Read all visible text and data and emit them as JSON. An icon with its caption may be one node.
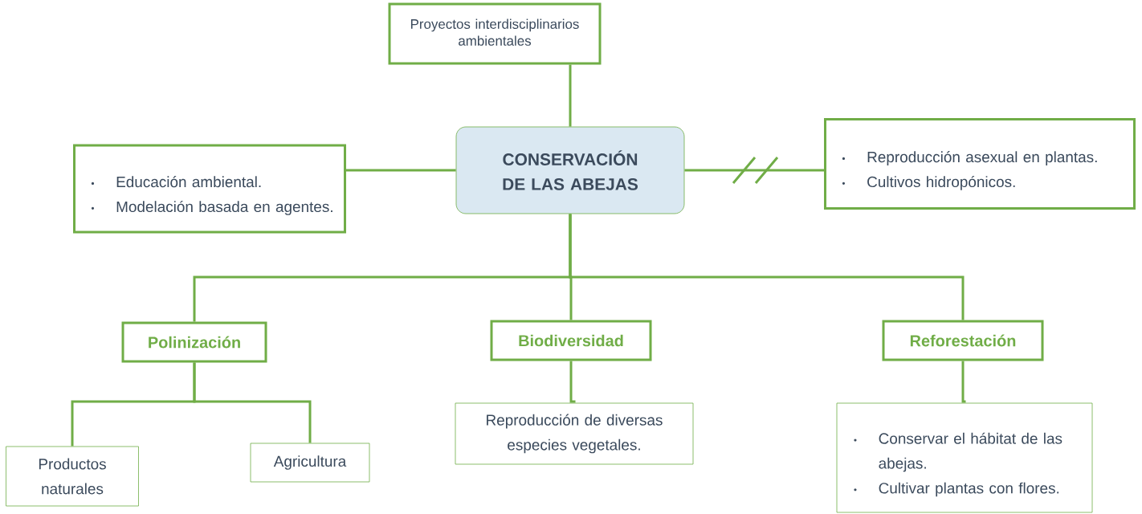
{
  "diagram": {
    "nodes": [
      {
        "text": [
          "Proyectos interdisciplinarios ambientales"
        ]
      },
      {
        "text": [
          "CONSERVACIÓN DE LAS ABEJAS"
        ]
      },
      {
        "text": [
          "Educación ambiental.",
          "Modelación basada en agentes."
        ]
      },
      {
        "text": [
          "Reproducción asexual en plantas.",
          "Cultivos hidropónicos."
        ]
      },
      {
        "text": [
          "Polinización"
        ]
      },
      {
        "text": [
          "Biodiversidad"
        ]
      },
      {
        "text": [
          "Reforestación"
        ]
      },
      {
        "text": [
          "Productos naturales"
        ]
      },
      {
        "text": [
          "Agricultura"
        ]
      },
      {
        "text": [
          "Reproducción de diversas especies vegetales."
        ]
      },
      {
        "text": [
          "Conservar el hábitat de las abejas.",
          "Cultivar plantas con flores."
        ]
      }
    ],
    "edges": [
      {
        "from": 1,
        "to": 0,
        "arrow": "none"
      },
      {
        "from": 1,
        "to": 2,
        "arrow": "none"
      },
      {
        "from": 1,
        "to": 3,
        "arrow": "none"
      },
      {
        "from": 1,
        "to": 4,
        "arrow": "none"
      },
      {
        "from": 1,
        "to": 5,
        "arrow": "none"
      },
      {
        "from": 1,
        "to": 6,
        "arrow": "none"
      },
      {
        "from": 4,
        "to": 7,
        "arrow": "none"
      },
      {
        "from": 4,
        "to": 8,
        "arrow": "none"
      },
      {
        "from": 5,
        "to": 9,
        "arrow": "none"
      },
      {
        "from": 6,
        "to": 10,
        "arrow": "none"
      }
    ]
  }
}
